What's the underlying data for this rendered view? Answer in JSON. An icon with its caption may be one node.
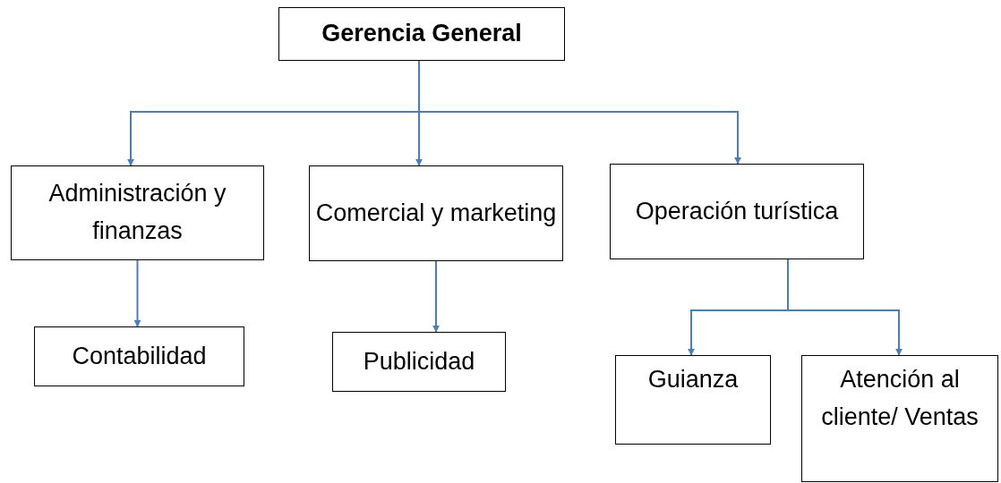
{
  "diagram": {
    "nodes": [
      {
        "text": [
          "Gerencia General"
        ]
      },
      {
        "text": [
          "Administración y finanzas"
        ]
      },
      {
        "text": [
          "Comercial y marketing"
        ]
      },
      {
        "text": [
          "Operación turística"
        ]
      },
      {
        "text": [
          "Contabilidad"
        ]
      },
      {
        "text": [
          "Publicidad"
        ]
      },
      {
        "text": [
          "Guianza"
        ]
      },
      {
        "text": [
          "Atención al cliente/ Ventas"
        ]
      }
    ],
    "edges": [
      {
        "from": 0,
        "to": 1,
        "arrow": "to"
      },
      {
        "from": 0,
        "to": 2,
        "arrow": "to"
      },
      {
        "from": 0,
        "to": 3,
        "arrow": "to"
      },
      {
        "from": 1,
        "to": 4,
        "arrow": "to"
      },
      {
        "from": 2,
        "to": 5,
        "arrow": "to"
      },
      {
        "from": 3,
        "to": 6,
        "arrow": "to"
      },
      {
        "from": 3,
        "to": 7,
        "arrow": "to"
      }
    ]
  }
}
